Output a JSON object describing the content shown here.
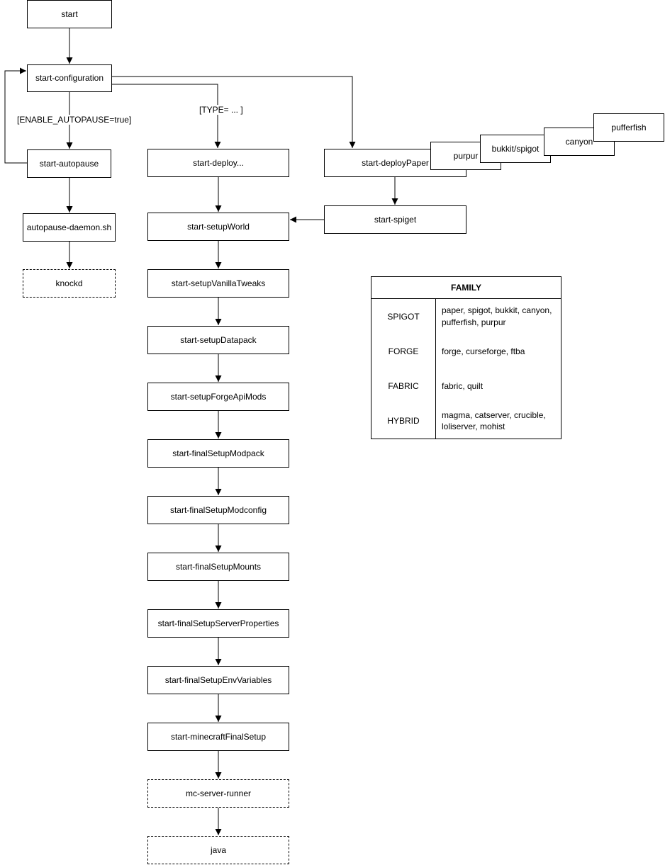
{
  "nodes": {
    "start": "start",
    "start_configuration": "start-configuration",
    "start_autopause": "start-autopause",
    "autopause_daemon": "autopause-daemon.sh",
    "knockd": "knockd",
    "start_deploy": "start-deploy...",
    "start_setup_world": "start-setupWorld",
    "start_setup_vanilla_tweaks": "start-setupVanillaTweaks",
    "start_setup_datapack": "start-setupDatapack",
    "start_setup_forge_api_mods": "start-setupForgeApiMods",
    "start_final_setup_modpack": "start-finalSetupModpack",
    "start_final_setup_modconfig": "start-finalSetupModconfig",
    "start_final_setup_mounts": "start-finalSetupMounts",
    "start_final_setup_server_properties": "start-finalSetupServerProperties",
    "start_final_setup_env_variables": "start-finalSetupEnvVariables",
    "start_minecraft_final_setup": "start-minecraftFinalSetup",
    "mc_server_runner": "mc-server-runner",
    "java": "java",
    "start_deploy_paper": "start-deployPaper",
    "purpur": "purpur",
    "bukkit_spigot": "bukkit/spigot",
    "canyon": "canyon",
    "pufferfish": "pufferfish",
    "start_spiget": "start-spiget"
  },
  "edge_labels": {
    "enable_autopause": "[ENABLE_AUTOPAUSE=true]",
    "type": "[TYPE= ... ]"
  },
  "family_table": {
    "title": "FAMILY",
    "rows": [
      {
        "family": "SPIGOT",
        "members": "paper, spigot, bukkit, canyon, pufferfish, purpur"
      },
      {
        "family": "FORGE",
        "members": "forge, curseforge, ftba"
      },
      {
        "family": "FABRIC",
        "members": "fabric, quilt"
      },
      {
        "family": "HYBRID",
        "members": "magma, catserver, crucible, loliserver, mohist"
      }
    ]
  },
  "colors": {
    "line": "#000000",
    "box_border": "#000000",
    "box_fill": "#ffffff",
    "background": "#ffffff"
  }
}
